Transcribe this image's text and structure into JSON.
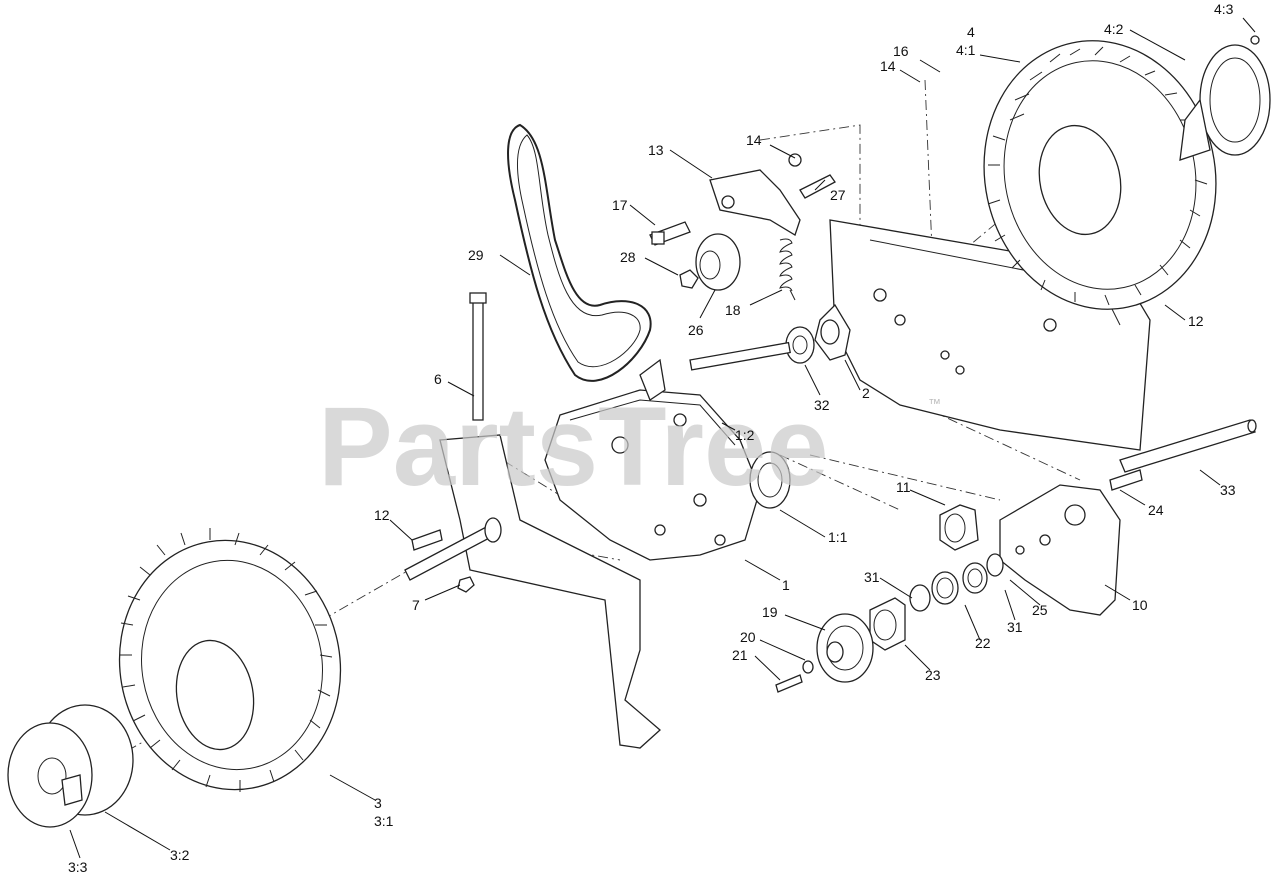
{
  "watermark": {
    "text": "PartsTree",
    "trademark": "™"
  },
  "callouts": [
    {
      "id": "c-4-3",
      "text": "4:3"
    },
    {
      "id": "c-4-2",
      "text": "4:2"
    },
    {
      "id": "c-4",
      "text": "4"
    },
    {
      "id": "c-4-1",
      "text": "4:1"
    },
    {
      "id": "c-16",
      "text": "16"
    },
    {
      "id": "c-14a",
      "text": "14"
    },
    {
      "id": "c-14b",
      "text": "14"
    },
    {
      "id": "c-13",
      "text": "13"
    },
    {
      "id": "c-27",
      "text": "27"
    },
    {
      "id": "c-17",
      "text": "17"
    },
    {
      "id": "c-29",
      "text": "29"
    },
    {
      "id": "c-28",
      "text": "28"
    },
    {
      "id": "c-18",
      "text": "18"
    },
    {
      "id": "c-26",
      "text": "26"
    },
    {
      "id": "c-12a",
      "text": "12"
    },
    {
      "id": "c-32",
      "text": "32"
    },
    {
      "id": "c-2",
      "text": "2"
    },
    {
      "id": "c-6",
      "text": "6"
    },
    {
      "id": "c-1-2",
      "text": "1:2"
    },
    {
      "id": "c-11",
      "text": "11"
    },
    {
      "id": "c-24",
      "text": "24"
    },
    {
      "id": "c-33",
      "text": "33"
    },
    {
      "id": "c-12b",
      "text": "12"
    },
    {
      "id": "c-1-1",
      "text": "1:1"
    },
    {
      "id": "c-1",
      "text": "1"
    },
    {
      "id": "c-7",
      "text": "7"
    },
    {
      "id": "c-31a",
      "text": "31"
    },
    {
      "id": "c-10",
      "text": "10"
    },
    {
      "id": "c-19",
      "text": "19"
    },
    {
      "id": "c-22",
      "text": "22"
    },
    {
      "id": "c-31b",
      "text": "31"
    },
    {
      "id": "c-25",
      "text": "25"
    },
    {
      "id": "c-20",
      "text": "20"
    },
    {
      "id": "c-21",
      "text": "21"
    },
    {
      "id": "c-23",
      "text": "23"
    },
    {
      "id": "c-3",
      "text": "3"
    },
    {
      "id": "c-3-1",
      "text": "3:1"
    },
    {
      "id": "c-3-2",
      "text": "3:2"
    },
    {
      "id": "c-3-3",
      "text": "3:3"
    }
  ]
}
